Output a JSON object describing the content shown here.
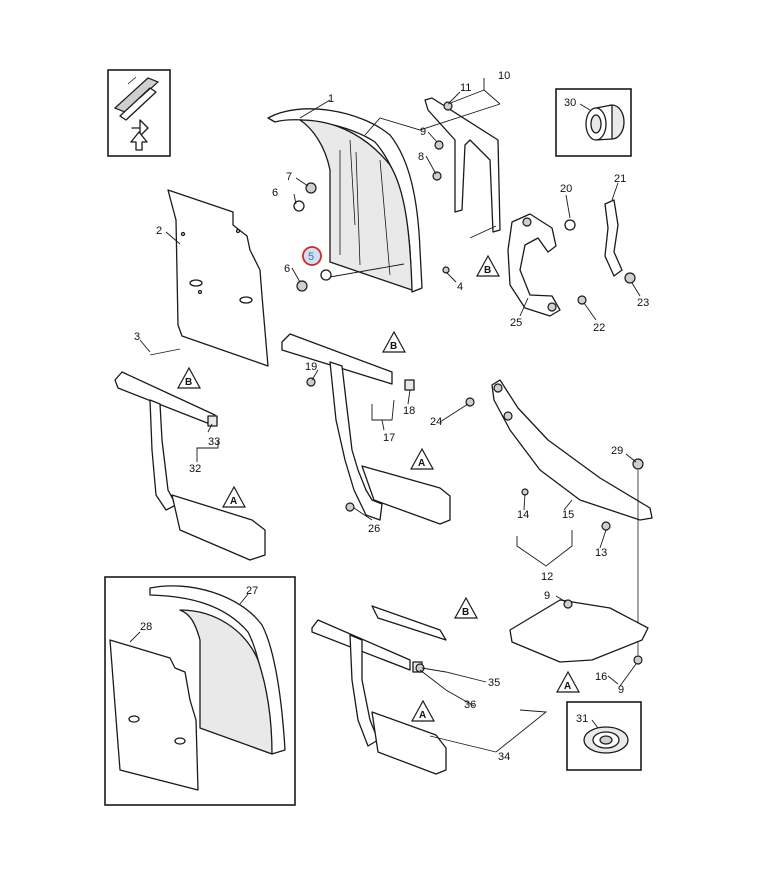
{
  "diagram": {
    "highlighted_callout": "5",
    "callouts": {
      "c1": "1",
      "c2": "2",
      "c3": "3",
      "c4": "4",
      "c5": "5",
      "c6a": "6",
      "c6b": "6",
      "c7": "7",
      "c8": "8",
      "c9a": "9",
      "c9b": "9",
      "c9c": "9",
      "c10": "10",
      "c11": "11",
      "c12": "12",
      "c13": "13",
      "c14": "14",
      "c15": "15",
      "c16": "16",
      "c17": "17",
      "c18": "18",
      "c19": "19",
      "c20": "20",
      "c21": "21",
      "c22": "22",
      "c23": "23",
      "c24": "24",
      "c25": "25",
      "c26": "26",
      "c27": "27",
      "c28": "28",
      "c29": "29",
      "c30": "30",
      "c31": "31",
      "c32": "32",
      "c33": "33",
      "c34": "34",
      "c35": "35",
      "c36": "36"
    },
    "reference_markers": {
      "a1": "A",
      "a2": "A",
      "a3": "A",
      "a4": "A",
      "b1": "B",
      "b2": "B",
      "b3": "B",
      "b4": "B"
    }
  }
}
